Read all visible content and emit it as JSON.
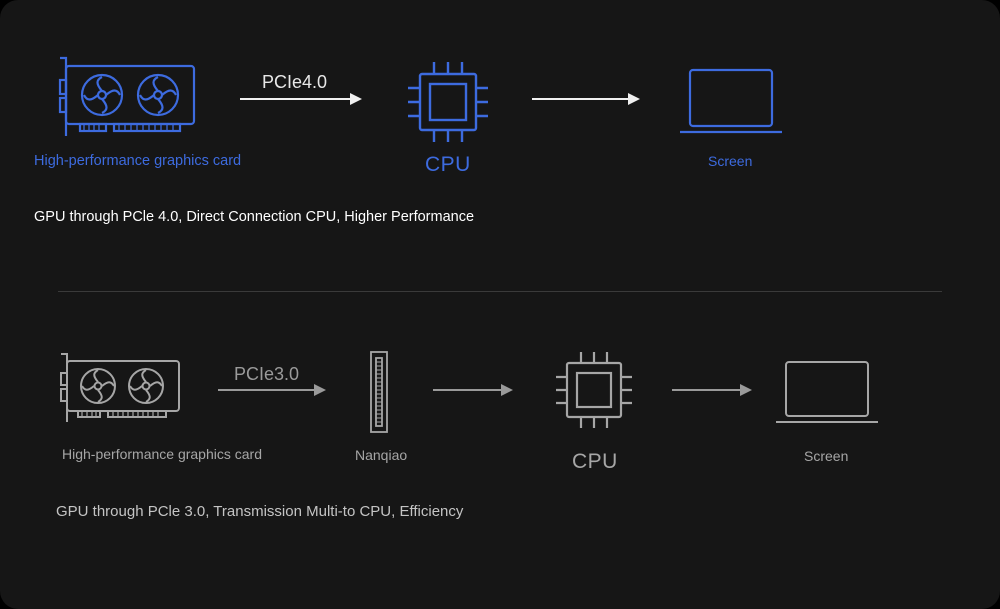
{
  "colors": {
    "background": "#161616",
    "accent_blue": "#3d6bdf",
    "muted_grey": "#a6a6a6",
    "white": "#ffffff"
  },
  "top_flow": {
    "gpu_label": "High-performance graphics card",
    "link_label": "PCIe4.0",
    "cpu_label": "CPU",
    "screen_label": "Screen",
    "caption": "GPU through PCle 4.0, Direct Connection CPU, Higher Performance",
    "icons": [
      "graphics-card-icon",
      "arrow-right-icon",
      "cpu-chip-icon",
      "arrow-right-icon",
      "laptop-screen-icon"
    ]
  },
  "bottom_flow": {
    "gpu_label": "High-performance graphics card",
    "link_label": "PCIe3.0",
    "bridge_label": "Nanqiao",
    "cpu_label": "CPU",
    "screen_label": "Screen",
    "caption": "GPU through PCle 3.0, Transmission Multi-to CPU, Efficiency",
    "icons": [
      "graphics-card-icon",
      "arrow-right-icon",
      "southbridge-chip-icon",
      "arrow-right-icon",
      "cpu-chip-icon",
      "arrow-right-icon",
      "laptop-screen-icon"
    ]
  }
}
